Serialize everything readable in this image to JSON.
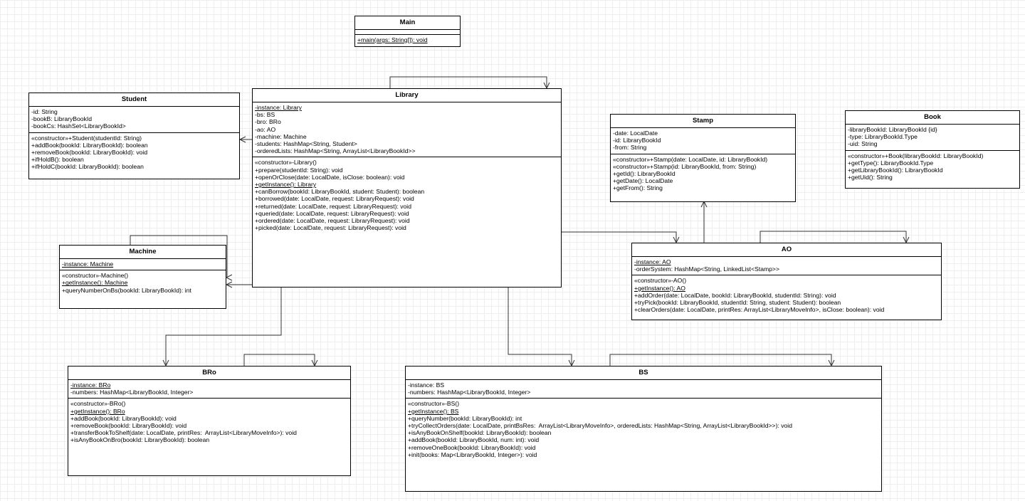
{
  "classes": [
    {
      "id": "main",
      "name": "Main",
      "fields": [],
      "methods": [
        {
          "text": "+main(args: String[]): void",
          "static": true
        }
      ]
    },
    {
      "id": "student",
      "name": "Student",
      "fields": [
        {
          "text": "-id: String",
          "static": false
        },
        {
          "text": "-bookB: LibraryBookId",
          "static": false
        },
        {
          "text": "-bookCs: HashSet<LibraryBookId>",
          "static": false
        }
      ],
      "methods": [
        {
          "text": "«constructor»+Student(studentId: String)",
          "static": false
        },
        {
          "text": "+addBook(bookId: LibraryBookId): boolean",
          "static": false
        },
        {
          "text": "+removeBook(bookId: LibraryBookId): void",
          "static": false
        },
        {
          "text": "+ifHoldB(): boolean",
          "static": false
        },
        {
          "text": "+ifHoldC(bookId: LibraryBookId): boolean",
          "static": false
        }
      ]
    },
    {
      "id": "library",
      "name": "Library",
      "fields": [
        {
          "text": "-instance: Library",
          "static": true
        },
        {
          "text": "-bs: BS",
          "static": false
        },
        {
          "text": "-bro: BRo",
          "static": false
        },
        {
          "text": "-ao: AO",
          "static": false
        },
        {
          "text": "-machine: Machine",
          "static": false
        },
        {
          "text": "-students: HashMap<String, Student>",
          "static": false
        },
        {
          "text": "-orderedLists: HashMap<String, ArrayList<LibraryBookId>>",
          "static": false
        }
      ],
      "methods": [
        {
          "text": "«constructor»-Library()",
          "static": false
        },
        {
          "text": "+prepare(studentId: String): void",
          "static": false
        },
        {
          "text": "+openOrClose(date: LocalDate, isClose: boolean): void",
          "static": false
        },
        {
          "text": "+getInstance(): Library",
          "static": true
        },
        {
          "text": "+canBorrow(bookId: LibraryBookId, student: Student): boolean",
          "static": false
        },
        {
          "text": "+borrowed(date: LocalDate, request: LibraryRequest): void",
          "static": false
        },
        {
          "text": "+returned(date: LocalDate, request: LibraryRequest): void",
          "static": false
        },
        {
          "text": "+queried(date: LocalDate, request: LibraryRequest): void",
          "static": false
        },
        {
          "text": "+ordered(date: LocalDate, request: LibraryRequest): void",
          "static": false
        },
        {
          "text": "+picked(date: LocalDate, request: LibraryRequest): void",
          "static": false
        }
      ]
    },
    {
      "id": "stamp",
      "name": "Stamp",
      "fields": [
        {
          "text": "-date: LocalDate",
          "static": false
        },
        {
          "text": "-id: LibraryBookId",
          "static": false
        },
        {
          "text": "-from: String",
          "static": false
        }
      ],
      "methods": [
        {
          "text": "«constructor»+Stamp(date: LocalDate, id: LibraryBookId)",
          "static": false
        },
        {
          "text": "«constructor»+Stamp(id: LibraryBookId, from: String)",
          "static": false
        },
        {
          "text": "+getId(): LibraryBookId",
          "static": false
        },
        {
          "text": "+getDate(): LocalDate",
          "static": false
        },
        {
          "text": "+getFrom(): String",
          "static": false
        }
      ]
    },
    {
      "id": "book",
      "name": "Book",
      "fields": [
        {
          "text": "-libraryBookId: LibraryBookId {id}",
          "static": false
        },
        {
          "text": "-type: LibraryBookId.Type",
          "static": false
        },
        {
          "text": "-uid: String",
          "static": false
        }
      ],
      "methods": [
        {
          "text": "«constructor»+Book(libraryBookId: LibraryBookId)",
          "static": false
        },
        {
          "text": "+getType(): LibraryBookId.Type",
          "static": false
        },
        {
          "text": "+getLibraryBookId(): LibraryBookId",
          "static": false
        },
        {
          "text": "+getUid(): String",
          "static": false
        }
      ]
    },
    {
      "id": "machine",
      "name": "Machine",
      "fields": [
        {
          "text": "-instance: Machine",
          "static": true
        }
      ],
      "methods": [
        {
          "text": "«constructor»-Machine()",
          "static": false
        },
        {
          "text": "+getInstance(): Machine",
          "static": true
        },
        {
          "text": "+queryNumberOnBs(bookId: LibraryBookId): int",
          "static": false
        }
      ]
    },
    {
      "id": "ao",
      "name": "AO",
      "fields": [
        {
          "text": "-instance: AO",
          "static": true
        },
        {
          "text": "-orderSystem: HashMap<String, LinkedList<Stamp>>",
          "static": false
        }
      ],
      "methods": [
        {
          "text": "«constructor»-AO()",
          "static": false
        },
        {
          "text": "+getInstance(): AO",
          "static": true
        },
        {
          "text": "+addOrder(date: LocalDate, bookId: LibraryBookId, studentId: String): void",
          "static": false
        },
        {
          "text": "+tryPick(bookId: LibraryBookId, studentId: String, student: Student): boolean",
          "static": false
        },
        {
          "text": "+clearOrders(date: LocalDate, printRes: ArrayList<LibraryMoveInfo>, isClose: boolean): void",
          "static": false
        }
      ]
    },
    {
      "id": "bro",
      "name": "BRo",
      "fields": [
        {
          "text": "-instance: BRo",
          "static": true
        },
        {
          "text": "-numbers: HashMap<LibraryBookId, Integer>",
          "static": false
        }
      ],
      "methods": [
        {
          "text": "«constructor»-BRo()",
          "static": false
        },
        {
          "text": "+getInstance(): BRo",
          "static": true
        },
        {
          "text": "+addBook(bookId: LibraryBookId): void",
          "static": false
        },
        {
          "text": "+removeBook(bookId: LibraryBookId): void",
          "static": false
        },
        {
          "text": "+transferBookToShelf(date: LocalDate, printRes:  ArrayList<LibraryMoveInfo>): void",
          "static": false
        },
        {
          "text": "+isAnyBookOnBro(bookId: LibraryBookId): boolean",
          "static": false
        }
      ]
    },
    {
      "id": "bs",
      "name": "BS",
      "fields": [
        {
          "text": "-instance: BS",
          "static": false
        },
        {
          "text": "-numbers: HashMap<LibraryBookId, Integer>",
          "static": false
        }
      ],
      "methods": [
        {
          "text": "«constructor»-BS()",
          "static": false
        },
        {
          "text": "+getInstance(): BS",
          "static": true
        },
        {
          "text": "+queryNumber(bookId: LibraryBookId): int",
          "static": false
        },
        {
          "text": "+tryCollectOrders(date: LocalDate, printBsRes:  ArrayList<LibraryMoveInfo>, orderedLists: HashMap<String, ArrayList<LibraryBookId>>): void",
          "static": false
        },
        {
          "text": "+isAnyBookOnShelf(bookId: LibraryBookId): boolean",
          "static": false
        },
        {
          "text": "+addBook(bookId: LibraryBookId, num: int): void",
          "static": false
        },
        {
          "text": "+removeOneBook(bookId: LibraryBookId): void",
          "static": false
        },
        {
          "text": "+init(books: Map<LibraryBookId, Integer>): void",
          "static": false
        }
      ]
    }
  ],
  "relations": [
    {
      "from": "library",
      "to": "library",
      "kind": "self-association"
    },
    {
      "from": "library",
      "to": "student",
      "kind": "association"
    },
    {
      "from": "library",
      "to": "machine",
      "kind": "association"
    },
    {
      "from": "machine",
      "to": "machine",
      "kind": "self-association"
    },
    {
      "from": "library",
      "to": "ao",
      "kind": "association"
    },
    {
      "from": "ao",
      "to": "stamp",
      "kind": "association"
    },
    {
      "from": "ao",
      "to": "ao",
      "kind": "self-association"
    },
    {
      "from": "library",
      "to": "bro",
      "kind": "association"
    },
    {
      "from": "bro",
      "to": "bro",
      "kind": "self-association"
    },
    {
      "from": "library",
      "to": "bs",
      "kind": "association"
    },
    {
      "from": "bs",
      "to": "bs",
      "kind": "self-association"
    }
  ]
}
